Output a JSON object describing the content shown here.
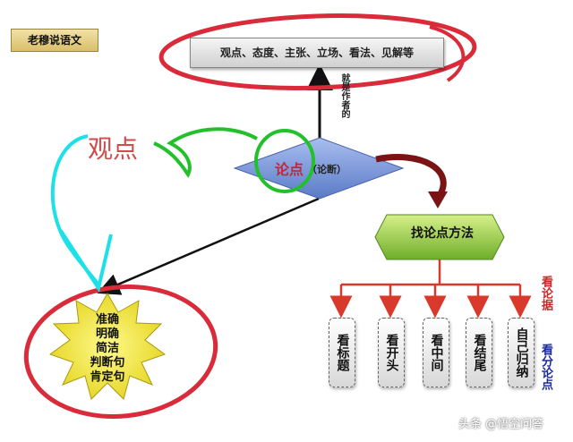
{
  "tag_label": "老穆说语文",
  "top_box": "观点、态度、主张、立场、看法、见解等",
  "vertical_note": "就是作者的",
  "guandian": "观点",
  "lundian": "论点",
  "lunduan": "（论断）",
  "method_box": "找论点方法",
  "star_lines": [
    "准确",
    "明确",
    "简洁",
    "判断句",
    "肯定句"
  ],
  "methods": [
    "看标题",
    "看开头",
    "看中间",
    "看结尾",
    "自己归纳"
  ],
  "side_red": "看论据",
  "side_blue": "看分论点",
  "watermark": "头条 @悟空问答",
  "colors": {
    "red_circle": "#d92b3a",
    "green_circle": "#22c02a",
    "cyan_arrow": "#1ee0e8",
    "diamond": "#7b97d6",
    "hexagon": "#9fd24a",
    "star": "#f1e636"
  }
}
